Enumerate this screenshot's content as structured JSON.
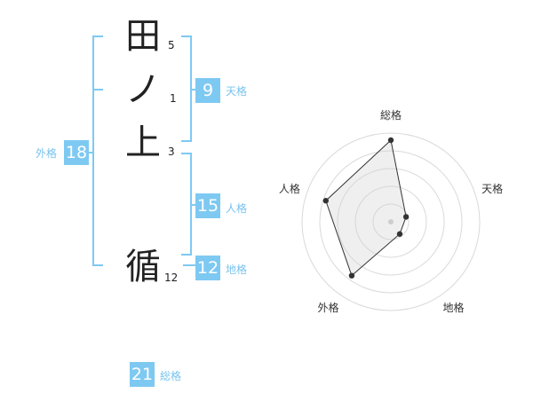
{
  "name_chars": [
    {
      "char": "田",
      "strokes": "5"
    },
    {
      "char": "ノ",
      "strokes": "1"
    },
    {
      "char": "上",
      "strokes": "3"
    },
    {
      "char": "循",
      "strokes": "12"
    }
  ],
  "scores": {
    "tenkaku": {
      "value": "9",
      "label": "天格"
    },
    "jinkaku": {
      "value": "15",
      "label": "人格"
    },
    "chikaku": {
      "value": "12",
      "label": "地格"
    },
    "gaikaku": {
      "value": "18",
      "label": "外格"
    },
    "soukaku": {
      "value": "21",
      "label": "総格"
    }
  },
  "accent_color": "#7ec9f2",
  "chart_data": {
    "type": "radar",
    "axes": [
      "総格",
      "天格",
      "地格",
      "外格",
      "人格"
    ],
    "values": [
      0.92,
      0.18,
      0.17,
      0.75,
      0.77
    ],
    "rings": 5
  }
}
